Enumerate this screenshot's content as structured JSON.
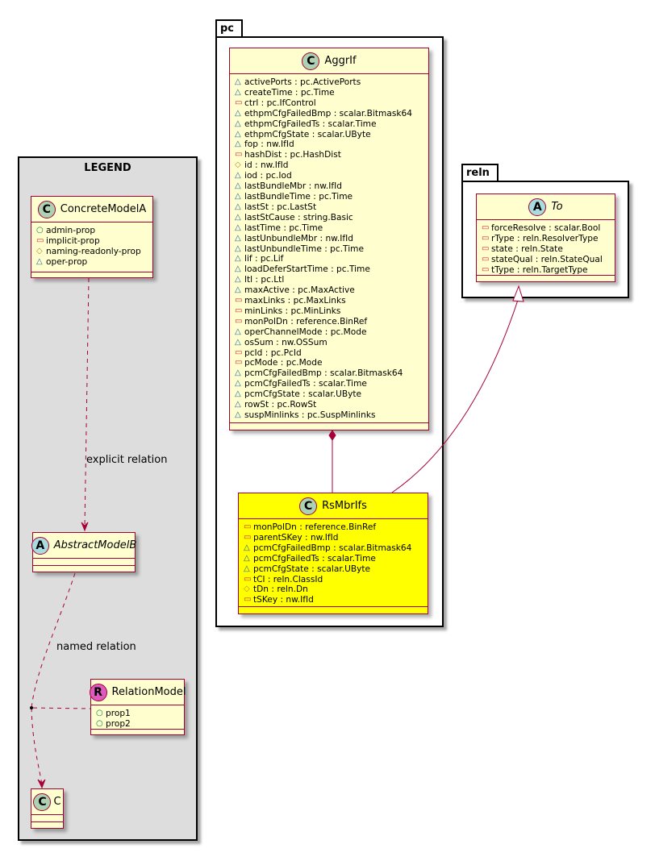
{
  "packages": {
    "pc": "pc",
    "reln": "reln"
  },
  "legend": {
    "title": "LEGEND",
    "concrete": {
      "name": "ConcreteModelA",
      "icon": "C",
      "attrs": [
        {
          "vis": "○",
          "kind": "pub",
          "text": "admin-prop"
        },
        {
          "vis": "▭",
          "kind": "priv",
          "text": "implicit-prop"
        },
        {
          "vis": "◇",
          "kind": "prot",
          "text": "naming-readonly-prop"
        },
        {
          "vis": "△",
          "kind": "pkgv",
          "text": "oper-prop"
        }
      ]
    },
    "abstract": {
      "name": "AbstractModelB",
      "icon": "A"
    },
    "relation": {
      "name": "RelationModel",
      "icon": "R",
      "attrs": [
        {
          "vis": "○",
          "kind": "pub",
          "text": "prop1"
        },
        {
          "vis": "○",
          "kind": "pub",
          "text": "prop2"
        }
      ]
    },
    "c": {
      "name": "C",
      "icon": "C"
    },
    "explicit_label": "explicit relation",
    "named_label": "named relation"
  },
  "aggrif": {
    "name": "AggrIf",
    "icon": "C",
    "attrs": [
      {
        "vis": "△",
        "kind": "pkgv",
        "text": "activePorts : pc.ActivePorts"
      },
      {
        "vis": "△",
        "kind": "pkgv",
        "text": "createTime : pc.Time"
      },
      {
        "vis": "▭",
        "kind": "priv",
        "text": "ctrl : pc.IfControl"
      },
      {
        "vis": "△",
        "kind": "pkgv",
        "text": "ethpmCfgFailedBmp : scalar.Bitmask64"
      },
      {
        "vis": "△",
        "kind": "pkgv",
        "text": "ethpmCfgFailedTs : scalar.Time"
      },
      {
        "vis": "△",
        "kind": "pkgv",
        "text": "ethpmCfgState : scalar.UByte"
      },
      {
        "vis": "△",
        "kind": "pkgv",
        "text": "fop : nw.IfId"
      },
      {
        "vis": "▭",
        "kind": "priv",
        "text": "hashDist : pc.HashDist"
      },
      {
        "vis": "◇",
        "kind": "prot",
        "text": "id : nw.IfId"
      },
      {
        "vis": "△",
        "kind": "pkgv",
        "text": "iod : pc.Iod"
      },
      {
        "vis": "△",
        "kind": "pkgv",
        "text": "lastBundleMbr : nw.IfId"
      },
      {
        "vis": "△",
        "kind": "pkgv",
        "text": "lastBundleTime : pc.Time"
      },
      {
        "vis": "△",
        "kind": "pkgv",
        "text": "lastSt : pc.LastSt"
      },
      {
        "vis": "△",
        "kind": "pkgv",
        "text": "lastStCause : string.Basic"
      },
      {
        "vis": "△",
        "kind": "pkgv",
        "text": "lastTime : pc.Time"
      },
      {
        "vis": "△",
        "kind": "pkgv",
        "text": "lastUnbundleMbr : nw.IfId"
      },
      {
        "vis": "△",
        "kind": "pkgv",
        "text": "lastUnbundleTime : pc.Time"
      },
      {
        "vis": "△",
        "kind": "pkgv",
        "text": "lif : pc.Lif"
      },
      {
        "vis": "△",
        "kind": "pkgv",
        "text": "loadDeferStartTime : pc.Time"
      },
      {
        "vis": "△",
        "kind": "pkgv",
        "text": "ltl : pc.Ltl"
      },
      {
        "vis": "△",
        "kind": "pkgv",
        "text": "maxActive : pc.MaxActive"
      },
      {
        "vis": "▭",
        "kind": "priv",
        "text": "maxLinks : pc.MaxLinks"
      },
      {
        "vis": "▭",
        "kind": "priv",
        "text": "minLinks : pc.MinLinks"
      },
      {
        "vis": "▭",
        "kind": "priv",
        "text": "monPolDn : reference.BinRef"
      },
      {
        "vis": "△",
        "kind": "pkgv",
        "text": "operChannelMode : pc.Mode"
      },
      {
        "vis": "△",
        "kind": "pkgv",
        "text": "osSum : nw.OSSum"
      },
      {
        "vis": "▭",
        "kind": "priv",
        "text": "pcId : pc.PcId"
      },
      {
        "vis": "▭",
        "kind": "priv",
        "text": "pcMode : pc.Mode"
      },
      {
        "vis": "△",
        "kind": "pkgv",
        "text": "pcmCfgFailedBmp : scalar.Bitmask64"
      },
      {
        "vis": "△",
        "kind": "pkgv",
        "text": "pcmCfgFailedTs : scalar.Time"
      },
      {
        "vis": "△",
        "kind": "pkgv",
        "text": "pcmCfgState : scalar.UByte"
      },
      {
        "vis": "△",
        "kind": "pkgv",
        "text": "rowSt : pc.RowSt"
      },
      {
        "vis": "△",
        "kind": "pkgv",
        "text": "suspMinlinks : pc.SuspMinlinks"
      }
    ]
  },
  "rsmbrifs": {
    "name": "RsMbrIfs",
    "icon": "C",
    "attrs": [
      {
        "vis": "▭",
        "kind": "priv",
        "text": "monPolDn : reference.BinRef"
      },
      {
        "vis": "▭",
        "kind": "priv",
        "text": "parentSKey : nw.IfId"
      },
      {
        "vis": "△",
        "kind": "pkgv",
        "text": "pcmCfgFailedBmp : scalar.Bitmask64"
      },
      {
        "vis": "△",
        "kind": "pkgv",
        "text": "pcmCfgFailedTs : scalar.Time"
      },
      {
        "vis": "△",
        "kind": "pkgv",
        "text": "pcmCfgState : scalar.UByte"
      },
      {
        "vis": "▭",
        "kind": "priv",
        "text": "tCl : reln.ClassId"
      },
      {
        "vis": "◇",
        "kind": "prot",
        "text": "tDn : reln.Dn"
      },
      {
        "vis": "▭",
        "kind": "priv",
        "text": "tSKey : nw.IfId"
      }
    ]
  },
  "to": {
    "name": "To",
    "icon": "A",
    "attrs": [
      {
        "vis": "▭",
        "kind": "priv",
        "text": "forceResolve : scalar.Bool"
      },
      {
        "vis": "▭",
        "kind": "priv",
        "text": "rType : reln.ResolverType"
      },
      {
        "vis": "▭",
        "kind": "priv",
        "text": "state : reln.State"
      },
      {
        "vis": "▭",
        "kind": "priv",
        "text": "stateQual : reln.StateQual"
      },
      {
        "vis": "▭",
        "kind": "priv",
        "text": "tType : reln.TargetType"
      }
    ]
  }
}
